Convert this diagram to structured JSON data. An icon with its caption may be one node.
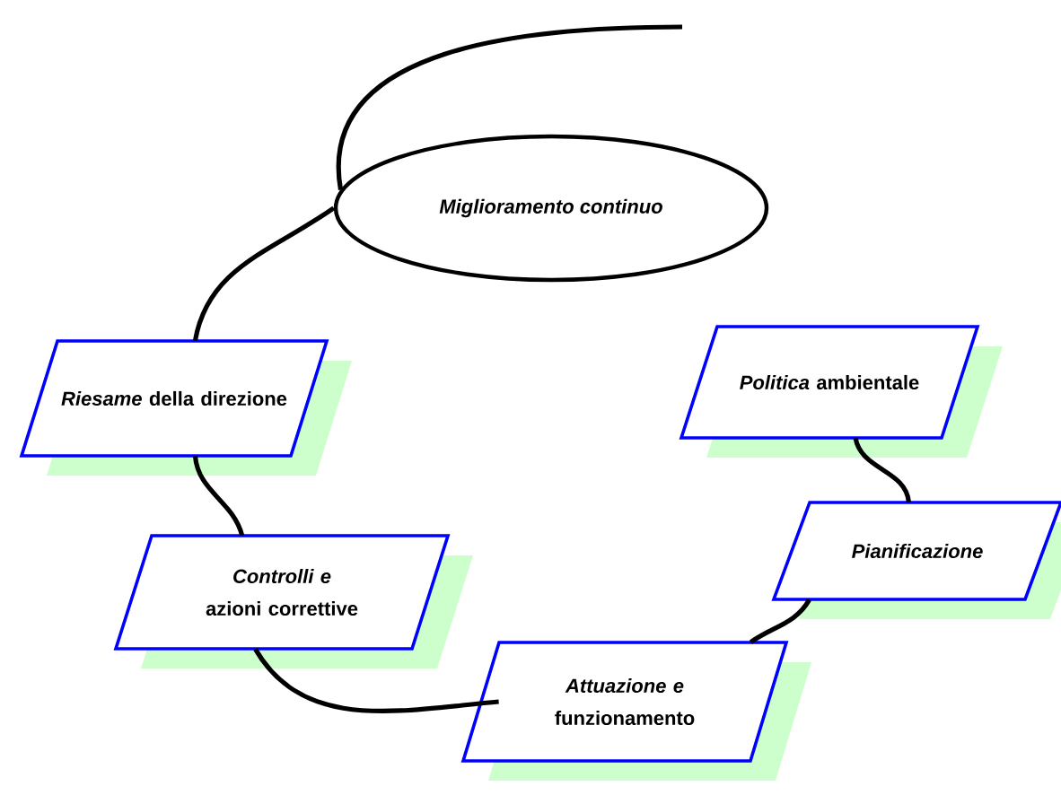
{
  "diagram": {
    "nodes": [
      {
        "text": [
          "Miglioramento continuo"
        ]
      },
      {
        "text": [
          "*Politica* ambientale"
        ]
      },
      {
        "text": [
          "*Pianificazione*"
        ]
      },
      {
        "text": [
          "*Attuazione e* funzionamento"
        ]
      },
      {
        "text": [
          "*Controlli e* azioni correttive"
        ]
      },
      {
        "text": [
          "*Riesame* della direzione"
        ]
      }
    ],
    "edges": [
      {
        "from": 1,
        "to": 2,
        "arrow": "none"
      },
      {
        "from": 2,
        "to": 3,
        "arrow": "none"
      },
      {
        "from": 3,
        "to": 4,
        "arrow": "none"
      },
      {
        "from": 4,
        "to": 5,
        "arrow": "none"
      },
      {
        "from": 5,
        "to": 0,
        "arrow": "none"
      },
      {
        "from": 0,
        "to": null,
        "arrow": "none"
      }
    ]
  }
}
